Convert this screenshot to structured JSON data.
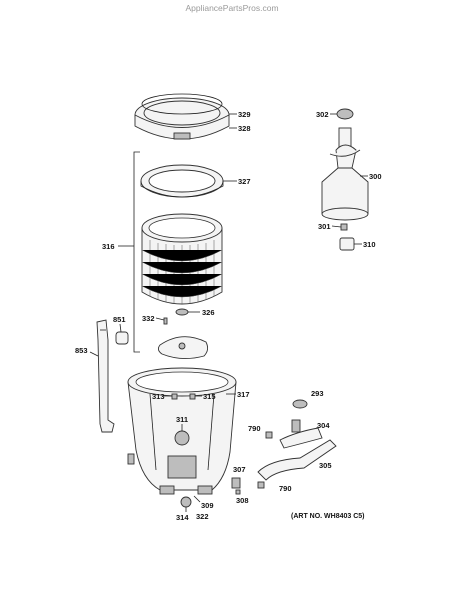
{
  "watermark": "AppliancePartsPros.com",
  "art_number": "(ART NO. WH8403 C5)",
  "callouts": {
    "c329": "329",
    "c328": "328",
    "c327": "327",
    "c316": "316",
    "c332": "332",
    "c326": "326",
    "c851": "851",
    "c853": "853",
    "c313": "313",
    "c315": "315",
    "c317": "317",
    "c311": "311",
    "c307": "307",
    "c308": "308",
    "c309": "309",
    "c314": "314",
    "c322": "322",
    "c302": "302",
    "c300": "300",
    "c301": "301",
    "c310": "310",
    "c293": "293",
    "c790a": "790",
    "c304": "304",
    "c305": "305",
    "c790b": "790"
  }
}
